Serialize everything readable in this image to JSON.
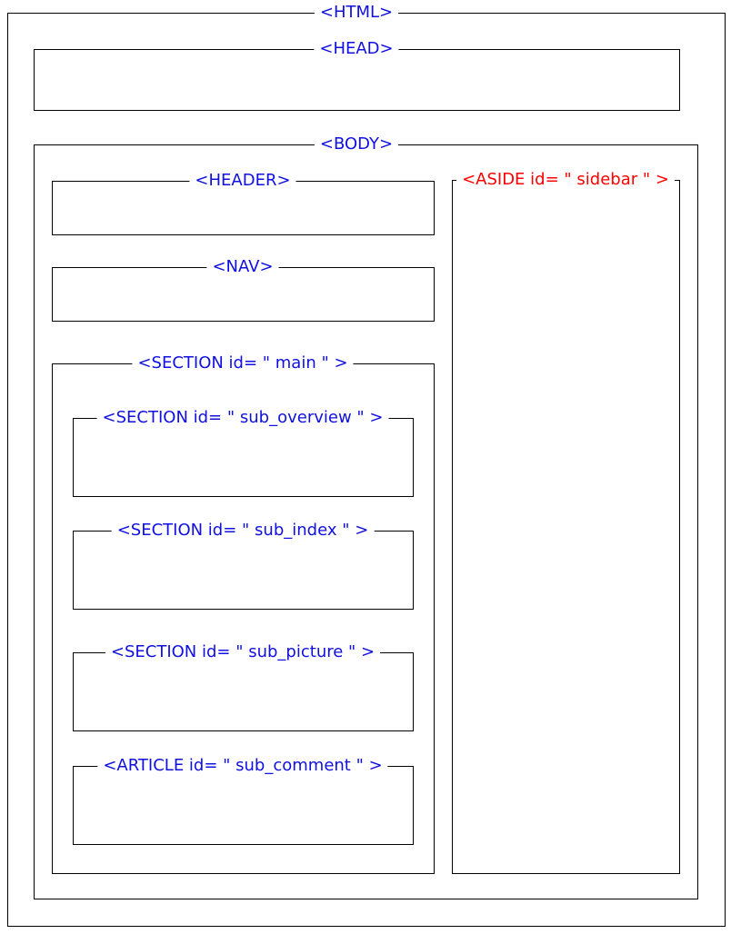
{
  "colors": {
    "border": "#000000",
    "label_default": "#1010e0",
    "label_aside": "#ff0000",
    "background": "#ffffff"
  },
  "diagram": {
    "html": {
      "label": "<HTML>"
    },
    "head": {
      "label": "<HEAD>"
    },
    "body": {
      "label": "<BODY>"
    },
    "header": {
      "label": "<HEADER>"
    },
    "nav": {
      "label": "<NAV>"
    },
    "section_main": {
      "label": "<SECTION id= \" main \" >"
    },
    "sub_overview": {
      "label": "<SECTION id= \" sub_overview \" >"
    },
    "sub_index": {
      "label": "<SECTION id= \" sub_index \" >"
    },
    "sub_picture": {
      "label": "<SECTION id= \" sub_picture \" >"
    },
    "sub_comment": {
      "label": "<ARTICLE id= \" sub_comment \" >"
    },
    "aside": {
      "label": "<ASIDE id= \" sidebar \" >"
    }
  }
}
